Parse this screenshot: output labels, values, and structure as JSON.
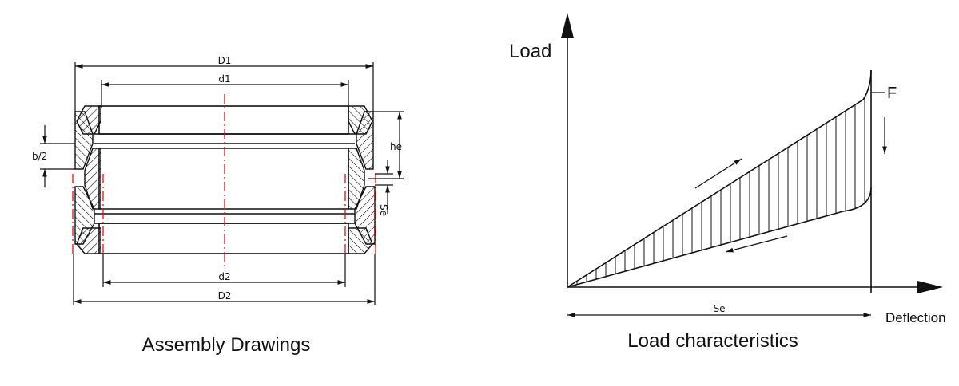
{
  "assembly": {
    "caption": "Assembly Drawings",
    "labels": {
      "D1": "D1",
      "d1": "d1",
      "d2": "d2",
      "D2": "D2",
      "b2": "b/2",
      "he": "he",
      "se": "Se"
    }
  },
  "load_chart": {
    "caption": "Load characteristics",
    "y_label": "Load",
    "x_label": "Deflection",
    "force_label": "F",
    "deflection_label": "Se"
  },
  "colors": {
    "line": "#111111",
    "centerline": "#e0101a"
  }
}
